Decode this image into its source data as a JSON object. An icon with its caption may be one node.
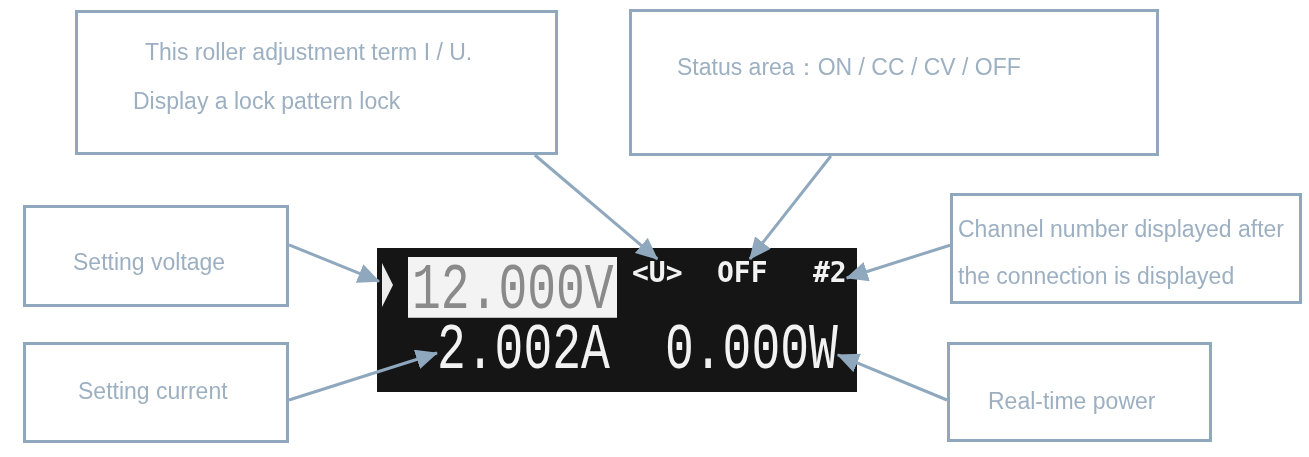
{
  "diagram": {
    "nodes": [
      {
        "text": [
          "This roller adjustment term I / U.",
          "Display a lock pattern lock"
        ]
      },
      {
        "text": [
          "Status area：ON / CC / CV / OFF"
        ]
      },
      {
        "text": [
          "Setting voltage"
        ]
      },
      {
        "text": [],
        "shape": "box"
      },
      {
        "text": [
          "12.000V"
        ],
        "in": 3
      },
      {
        "text": [
          "<U>"
        ],
        "in": 3
      },
      {
        "text": [
          "OFF"
        ],
        "in": 3
      },
      {
        "text": [
          "#2"
        ],
        "in": 3
      },
      {
        "text": [
          "2.002A"
        ],
        "in": 3
      },
      {
        "text": [
          "0.000W"
        ],
        "in": 3
      },
      {
        "text": [
          "Channel number displayed after the connection is displayed"
        ]
      },
      {
        "text": [
          "Setting current"
        ]
      },
      {
        "text": [
          "Real-time power"
        ]
      }
    ],
    "edges": [
      {
        "from": 0,
        "to": 5,
        "arrow": "to"
      },
      {
        "from": 1,
        "to": 6,
        "arrow": "to"
      },
      {
        "from": 2,
        "to": 4,
        "arrow": "to"
      },
      {
        "from": 10,
        "to": 7,
        "arrow": "to"
      },
      {
        "from": 11,
        "to": 8,
        "arrow": "to"
      },
      {
        "from": 12,
        "to": 9,
        "arrow": "to"
      }
    ]
  }
}
